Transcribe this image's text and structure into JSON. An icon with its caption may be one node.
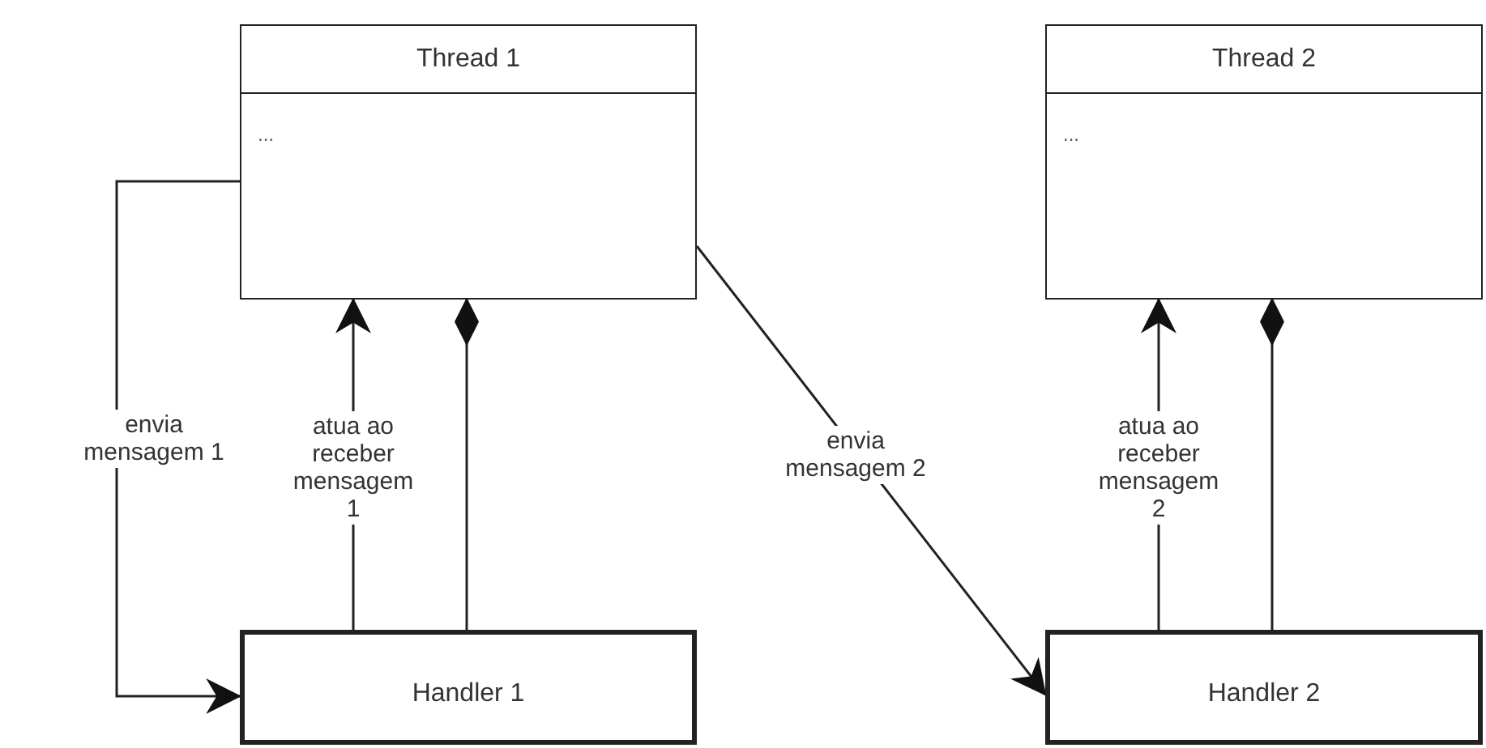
{
  "diagram": {
    "nodes": [
      {
        "text": [
          "Thread 1",
          "..."
        ]
      },
      {
        "text": [
          "Thread 2",
          "..."
        ]
      },
      {
        "text": [
          "Handler 1"
        ]
      },
      {
        "text": [
          "Handler 2"
        ]
      }
    ],
    "edges": [
      {
        "from": 0,
        "to": 2,
        "arrow": "to",
        "label": "envia mensagem 1"
      },
      {
        "from": 2,
        "to": 0,
        "arrow": "to",
        "label": "atua ao receber mensagem 1"
      },
      {
        "from": 0,
        "to": 2,
        "arrow": "other"
      },
      {
        "from": 0,
        "to": 3,
        "arrow": "to",
        "label": "envia mensagem 2"
      },
      {
        "from": 3,
        "to": 1,
        "arrow": "to",
        "label": "atua ao receber mensagem 2"
      },
      {
        "from": 1,
        "to": 3,
        "arrow": "other"
      }
    ]
  }
}
